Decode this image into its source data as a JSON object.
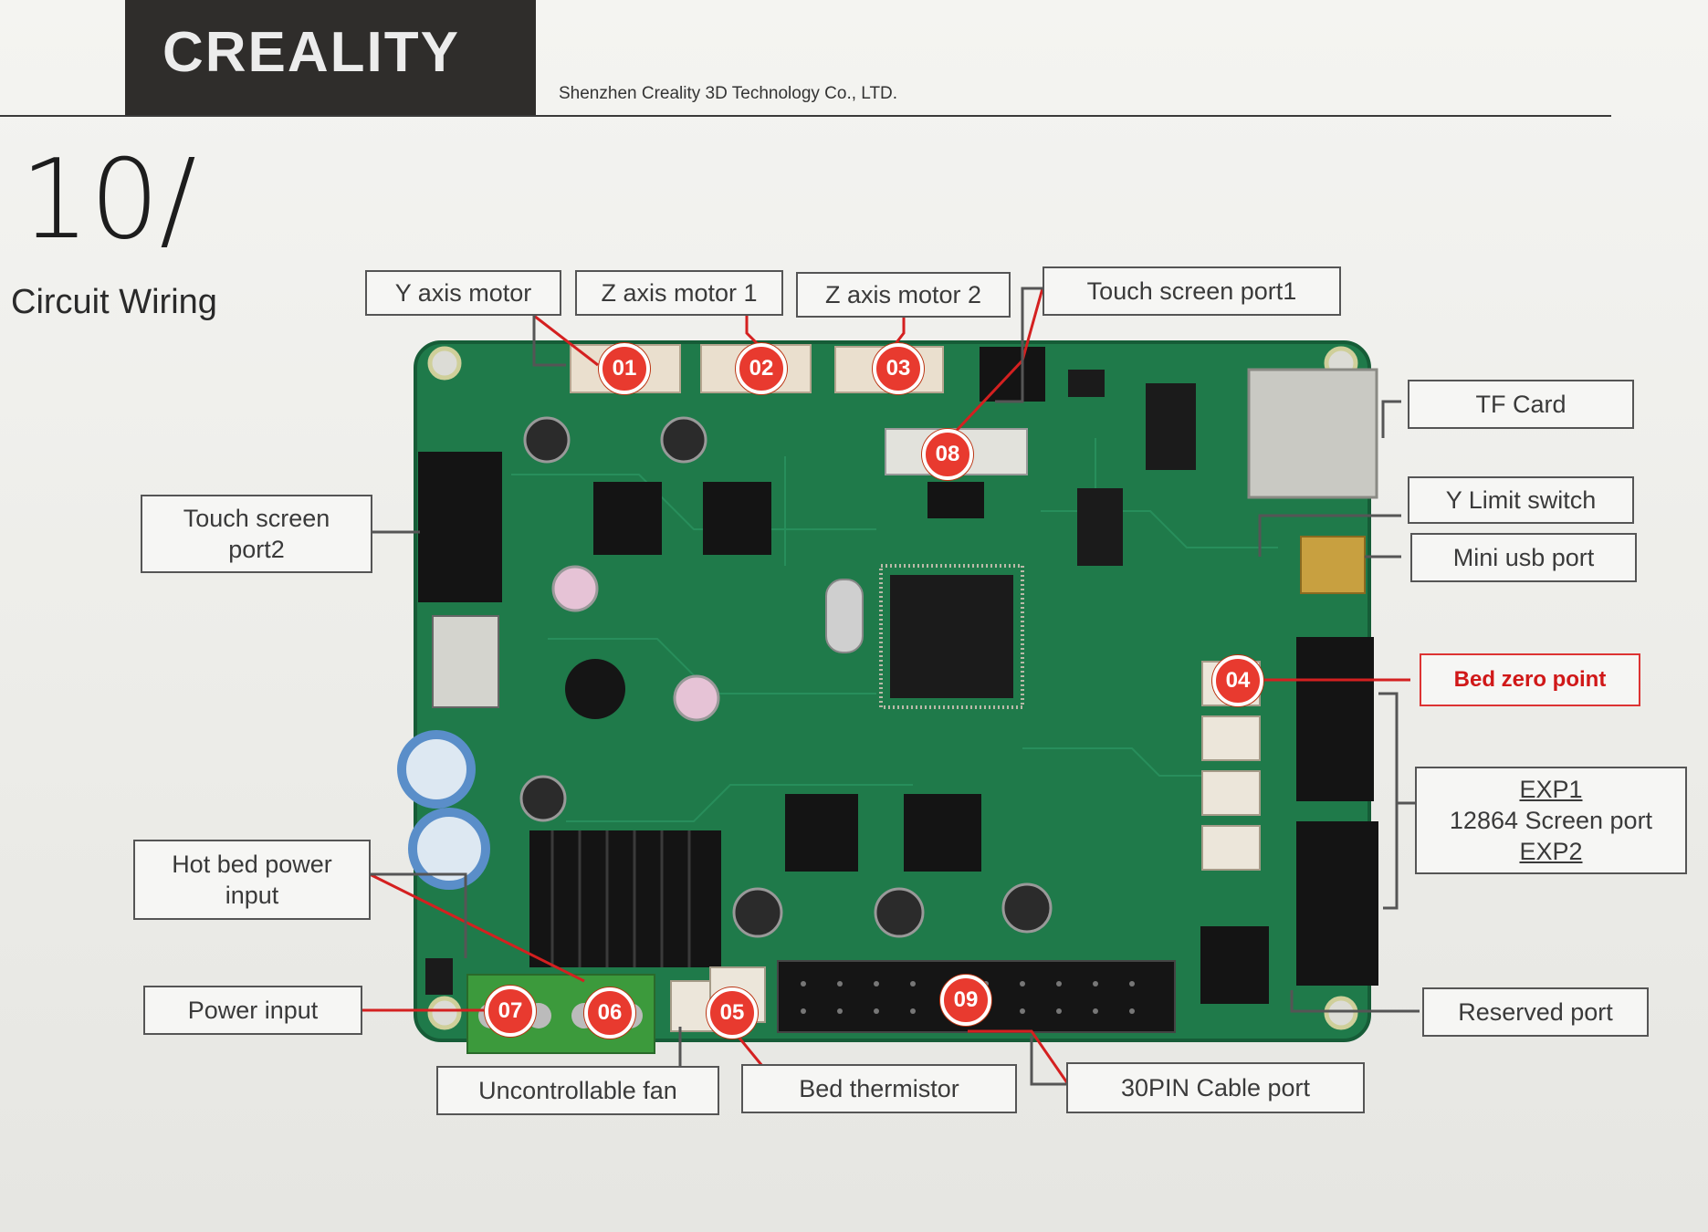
{
  "header": {
    "brand": "CREALITY",
    "company": "Shenzhen Creality 3D Technology Co., LTD."
  },
  "page": {
    "number": "10/",
    "title": "Circuit Wiring"
  },
  "labels": {
    "y_axis_motor": "Y axis motor",
    "z_axis_motor_1": "Z axis motor 1",
    "z_axis_motor_2": "Z axis motor 2",
    "touch_screen_port1": "Touch screen port1",
    "tf_card": "TF Card",
    "y_limit_switch": "Y Limit switch",
    "mini_usb_port": "Mini usb port",
    "bed_zero_point": "Bed zero point",
    "exp1": "EXP1",
    "screen_port": "12864 Screen port",
    "exp2": "EXP2",
    "reserved_port": "Reserved port",
    "touch_screen_port2_line1": "Touch screen",
    "touch_screen_port2_line2": "port2",
    "hot_bed_power_line1": "Hot bed power",
    "hot_bed_power_line2": "input",
    "power_input": "Power input",
    "uncontrollable_fan": "Uncontrollable fan",
    "bed_thermistor": "Bed thermistor",
    "cable_port": "30PIN Cable port"
  },
  "badges": {
    "b01": "01",
    "b02": "02",
    "b03": "03",
    "b04": "04",
    "b05": "05",
    "b06": "06",
    "b07": "07",
    "b08": "08",
    "b09": "09"
  },
  "colors": {
    "pcb": "#1f7a4a",
    "badge": "#e83a2f",
    "leader_red": "#d42020",
    "leader_dark": "#333333"
  }
}
